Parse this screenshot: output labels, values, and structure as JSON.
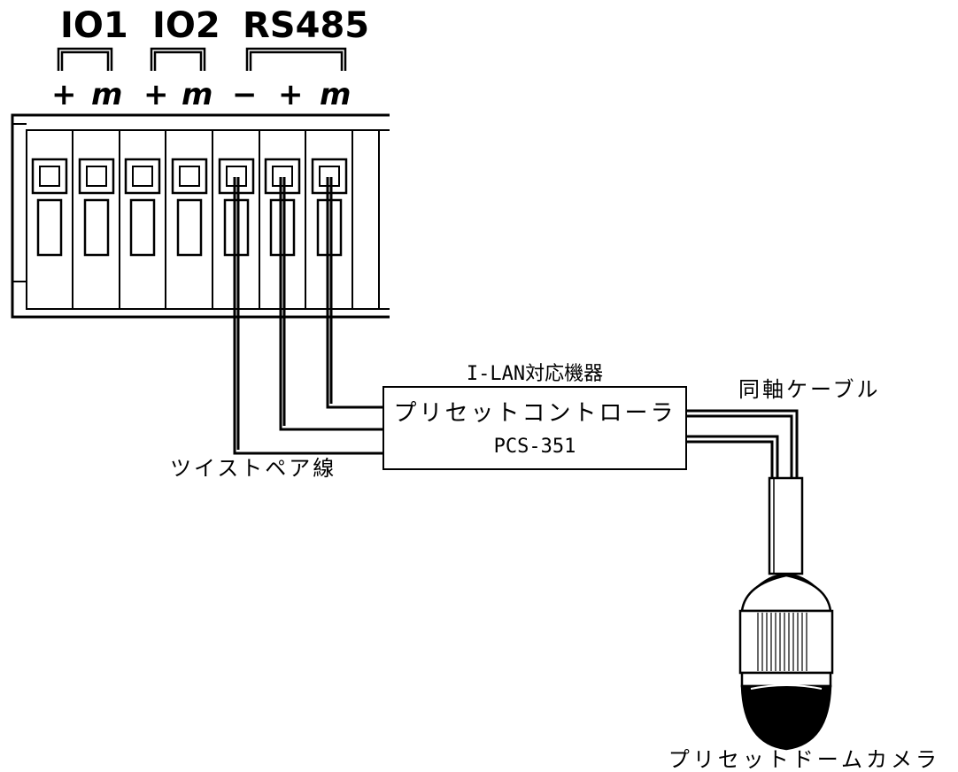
{
  "terminal": {
    "groups": [
      {
        "name": "IO1"
      },
      {
        "name": "IO2"
      },
      {
        "name": "RS485"
      }
    ],
    "polarity": [
      "+",
      "m",
      "+",
      "m",
      "−",
      "+",
      "m"
    ]
  },
  "controller": {
    "category": "I-LAN対応機器",
    "name": "プリセットコントローラ",
    "model": "PCS-351"
  },
  "labels": {
    "twisted_pair": "ツイストペア線",
    "coax": "同軸ケーブル",
    "camera": "プリセットドームカメラ"
  },
  "colors": {
    "line": "#000000",
    "background": "#ffffff"
  }
}
